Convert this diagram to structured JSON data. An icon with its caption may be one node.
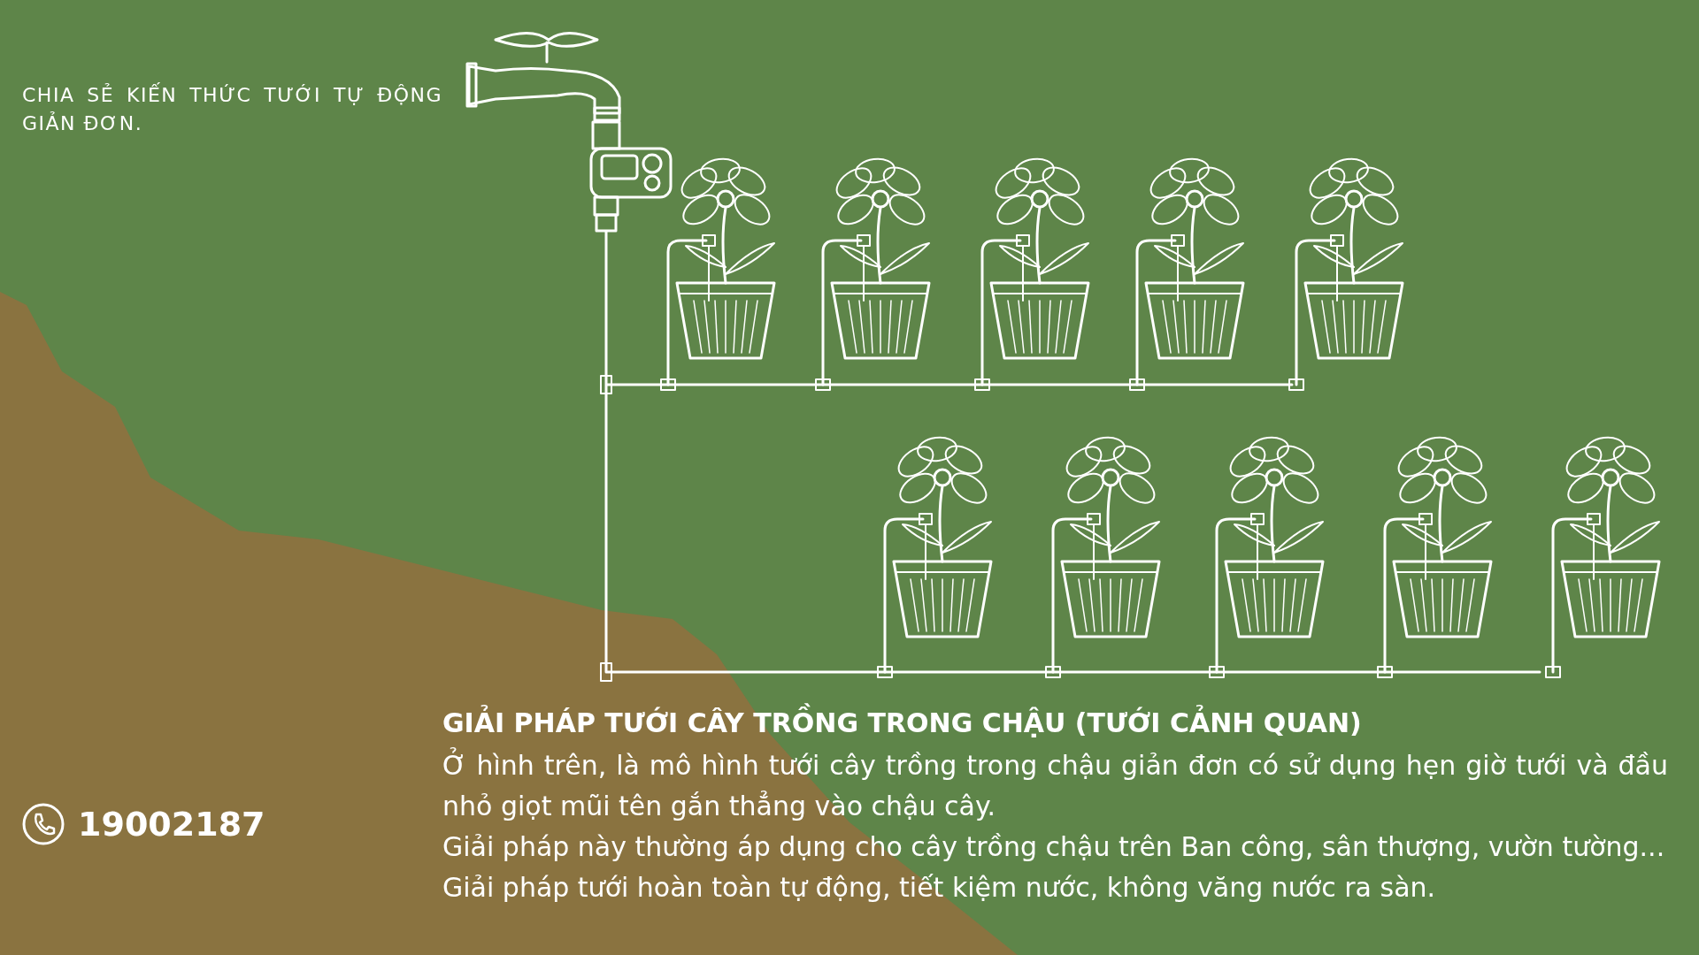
{
  "diagram": {
    "title": "GIẢI PHÁP TƯỚI CÂY TRỒNG TRONG CHẬU (TƯỚI CẢNH QUAN)",
    "labels": [
      "CHIA SẺ KIẾN THỨC TƯỚI TỰ ĐỘNG GIẢN ĐƠN.",
      "19002187",
      "Ở hình trên, là mô hình tưới cây trồng trong chậu giản đơn có sử dụng hẹn giờ tưới và đầu nhỏ giọt mũi tên gắn thẳng vào chậu cây.",
      "Giải pháp này thường áp dụng cho cây trồng chậu trên Ban công, sân thượng, vườn tường...",
      "Giải pháp tưới hoàn toàn tự động, tiết kiệm nước, không văng nước ra sàn."
    ]
  }
}
